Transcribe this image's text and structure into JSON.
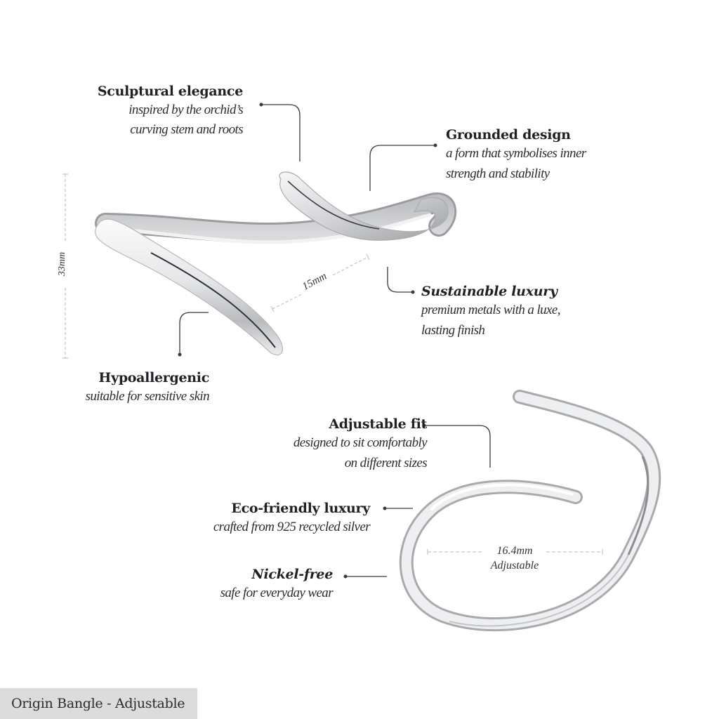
{
  "product": {
    "caption": "Origin Bangle - Adjustable"
  },
  "features": [
    {
      "title": "Sculptural elegance",
      "lines": [
        "inspired by the orchid’s",
        "curving stem and roots"
      ]
    },
    {
      "title": "Grounded design",
      "lines": [
        "a form that symbolises inner",
        "strength and stability"
      ]
    },
    {
      "title": "Sustainable luxury",
      "lines": [
        "premium metals with a luxe,",
        "lasting finish"
      ]
    },
    {
      "title": "Hypoallergenic",
      "lines": [
        "suitable for sensitive skin"
      ]
    },
    {
      "title": "Adjustable fit",
      "lines": [
        "designed to sit comfortably",
        "on different sizes"
      ]
    },
    {
      "title": "Eco-friendly luxury",
      "lines": [
        "crafted from 925 recycled silver"
      ]
    },
    {
      "title": "Nickel-free",
      "lines": [
        "safe for everyday wear"
      ]
    }
  ],
  "dimensions": {
    "height": "33mm",
    "gap": "15mm",
    "diameter": "16.4mm",
    "diameter_note": "Adjustable"
  },
  "colors": {
    "background": "#ffffff",
    "text": "#1f2124",
    "leader_line": "#3a3a3a",
    "dimension_line": "#c8c8c8",
    "caption_bg": "#dcdcdc",
    "silver_light": "#f4f4f5",
    "silver_dark": "#8a8c90"
  }
}
